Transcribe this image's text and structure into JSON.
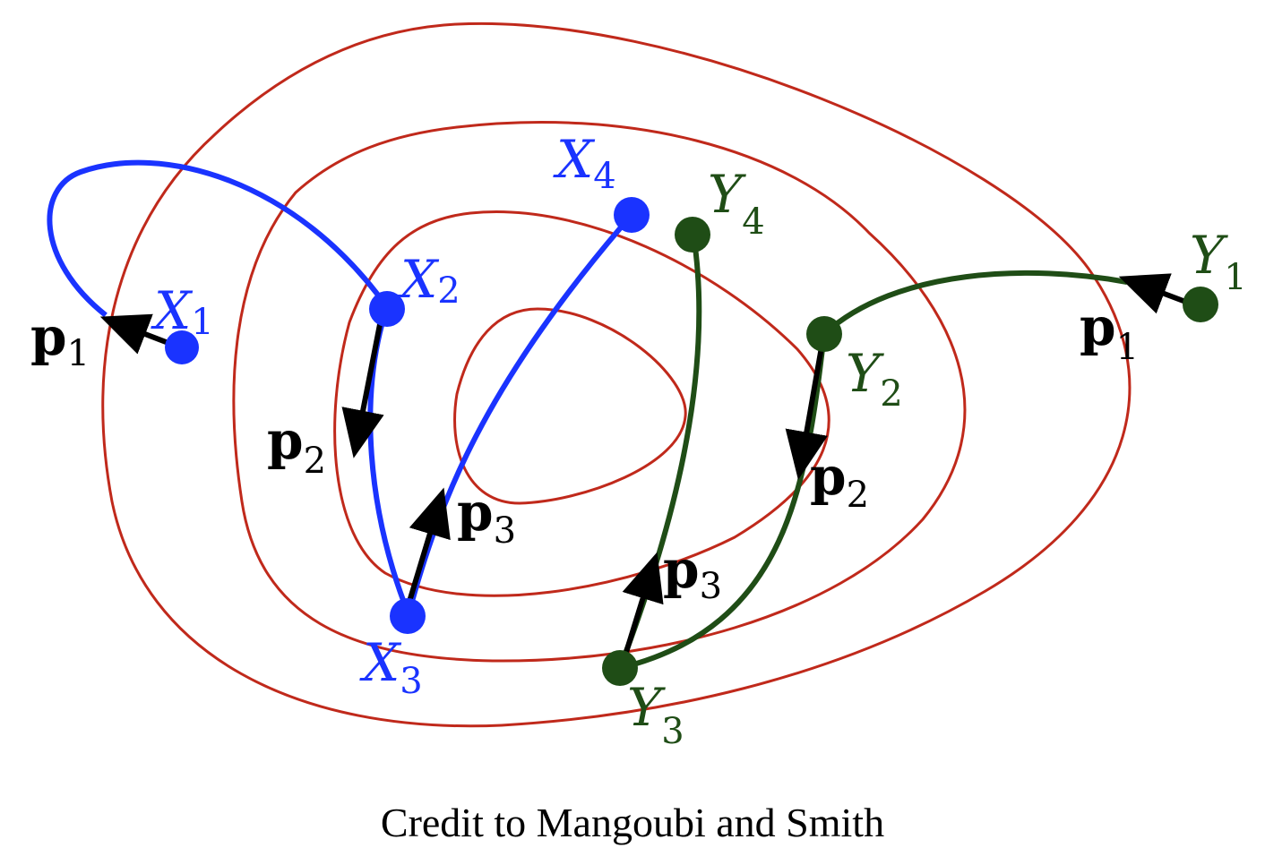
{
  "caption": "Credit to Mangoubi and Smith",
  "colors": {
    "contour": "#c0291b",
    "x_path": "#1a33ff",
    "y_path": "#1f4d16",
    "arrow": "#000000",
    "background": "#ffffff"
  },
  "contour_levels": 4,
  "x_points": [
    {
      "name": "X",
      "sub": "1"
    },
    {
      "name": "X",
      "sub": "2"
    },
    {
      "name": "X",
      "sub": "3"
    },
    {
      "name": "X",
      "sub": "4"
    }
  ],
  "y_points": [
    {
      "name": "Y",
      "sub": "1"
    },
    {
      "name": "Y",
      "sub": "2"
    },
    {
      "name": "Y",
      "sub": "3"
    },
    {
      "name": "Y",
      "sub": "4"
    }
  ],
  "momentum_labels": {
    "x": [
      {
        "name": "p",
        "sub": "1"
      },
      {
        "name": "p",
        "sub": "2"
      },
      {
        "name": "p",
        "sub": "3"
      }
    ],
    "y": [
      {
        "name": "p",
        "sub": "1"
      },
      {
        "name": "p",
        "sub": "2"
      },
      {
        "name": "p",
        "sub": "3"
      }
    ]
  }
}
